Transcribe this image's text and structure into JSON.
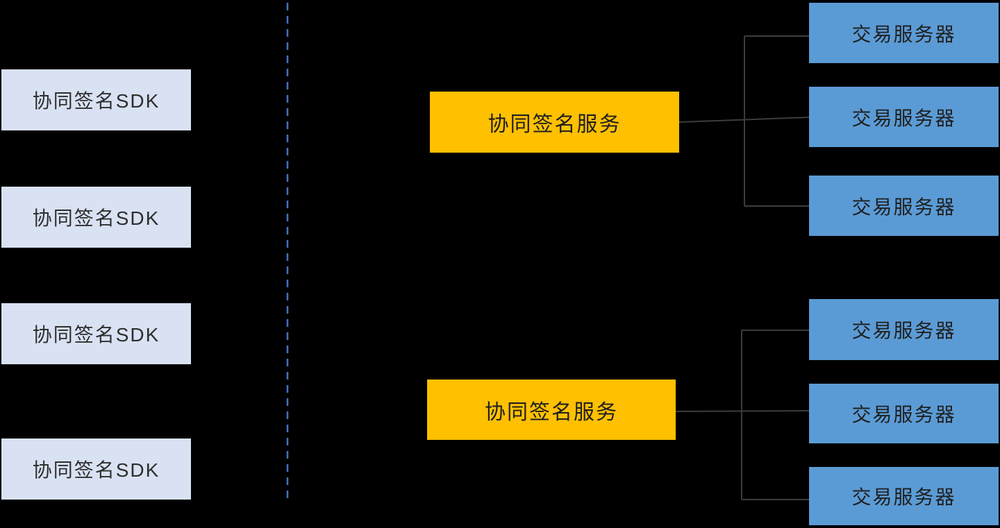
{
  "diagram": {
    "type": "architecture-diagram",
    "nodes": {
      "sdk": [
        {
          "label": "协同签名SDK"
        },
        {
          "label": "协同签名SDK"
        },
        {
          "label": "协同签名SDK"
        },
        {
          "label": "协同签名SDK"
        }
      ],
      "service": [
        {
          "label": "协同签名服务"
        },
        {
          "label": "协同签名服务"
        }
      ],
      "server": [
        {
          "label": "交易服务器"
        },
        {
          "label": "交易服务器"
        },
        {
          "label": "交易服务器"
        },
        {
          "label": "交易服务器"
        },
        {
          "label": "交易服务器"
        },
        {
          "label": "交易服务器"
        }
      ]
    },
    "colors": {
      "background": "#000000",
      "sdk_fill": "#D9E2F3",
      "service_fill": "#FFC000",
      "server_fill": "#5B9BD5",
      "divider_dashed_line": "#4472C4",
      "connector_line": "#3d3d3d",
      "text": "#1f1f1f"
    }
  }
}
